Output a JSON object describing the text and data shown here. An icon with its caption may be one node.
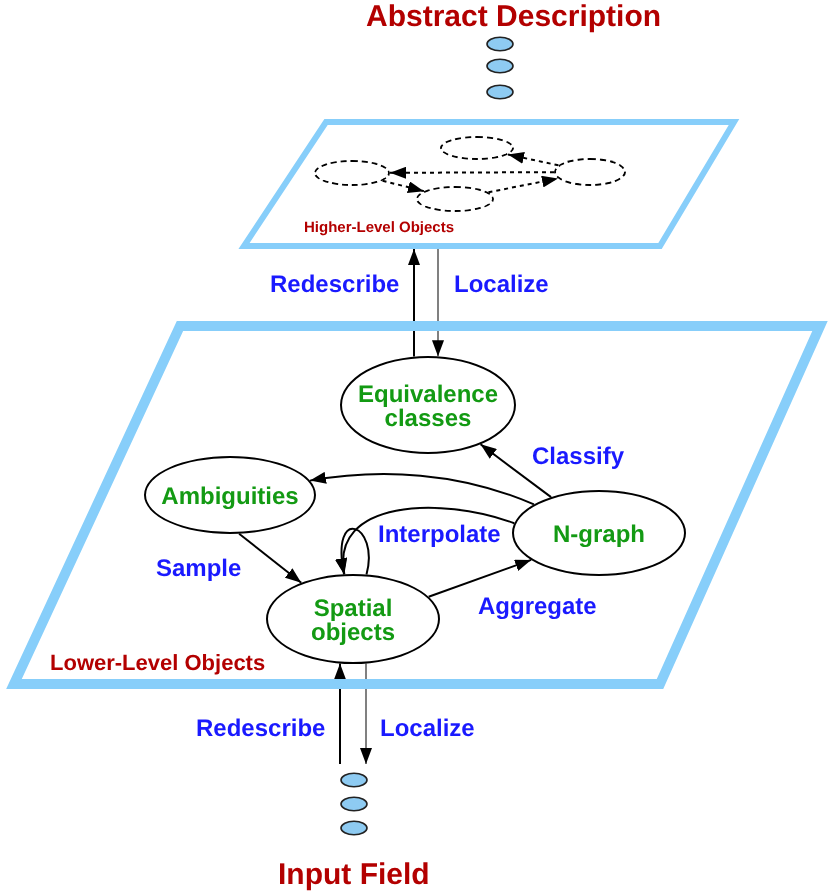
{
  "diagram": {
    "nodes": [
      {
        "text": [
          "Higher-Level Objects"
        ]
      },
      {
        "text": [],
        "shape": "ellipse",
        "in": 0
      },
      {
        "text": [],
        "shape": "ellipse",
        "in": 0
      },
      {
        "text": [],
        "shape": "ellipse",
        "in": 0
      },
      {
        "text": [],
        "shape": "ellipse",
        "in": 0
      },
      {
        "text": [
          "Lower-Level Objects"
        ]
      },
      {
        "text": [
          "Equivalence classes"
        ],
        "in": 5
      },
      {
        "text": [
          "Ambiguities"
        ],
        "in": 5
      },
      {
        "text": [
          "N-graph"
        ],
        "in": 5
      },
      {
        "text": [
          "Spatial objects"
        ],
        "in": 5
      }
    ],
    "edges": [
      {
        "from": 6,
        "to": 0,
        "arrow": "to",
        "label": "Redescribe"
      },
      {
        "from": 0,
        "to": 6,
        "arrow": "to",
        "label": "Localize",
        "color": "#808080"
      },
      {
        "from": 3,
        "to": 2,
        "arrow": "to",
        "style": "dashed"
      },
      {
        "from": 3,
        "to": 1,
        "arrow": "to",
        "style": "dashed"
      },
      {
        "from": 2,
        "to": 4,
        "arrow": "to",
        "style": "dashed"
      },
      {
        "from": 4,
        "to": 3,
        "arrow": "to",
        "style": "dashed"
      },
      {
        "from": 8,
        "to": 6,
        "arrow": "to",
        "label": "Classify"
      },
      {
        "from": 8,
        "to": 7,
        "arrow": "to"
      },
      {
        "from": 7,
        "to": 9,
        "arrow": "to",
        "label": "Sample"
      },
      {
        "from": 8,
        "to": 9,
        "arrow": "to",
        "label": "Interpolate"
      },
      {
        "from": 9,
        "to": 9,
        "arrow": "to"
      },
      {
        "from": 9,
        "to": 8,
        "arrow": "to",
        "label": "Aggregate"
      },
      {
        "from": null,
        "to": 9,
        "arrow": "to",
        "label": "Redescribe"
      },
      {
        "from": 9,
        "to": null,
        "arrow": "to",
        "label": "Localize",
        "color": "#808080"
      }
    ],
    "labels": [
      "Abstract Description",
      "Input Field"
    ]
  }
}
